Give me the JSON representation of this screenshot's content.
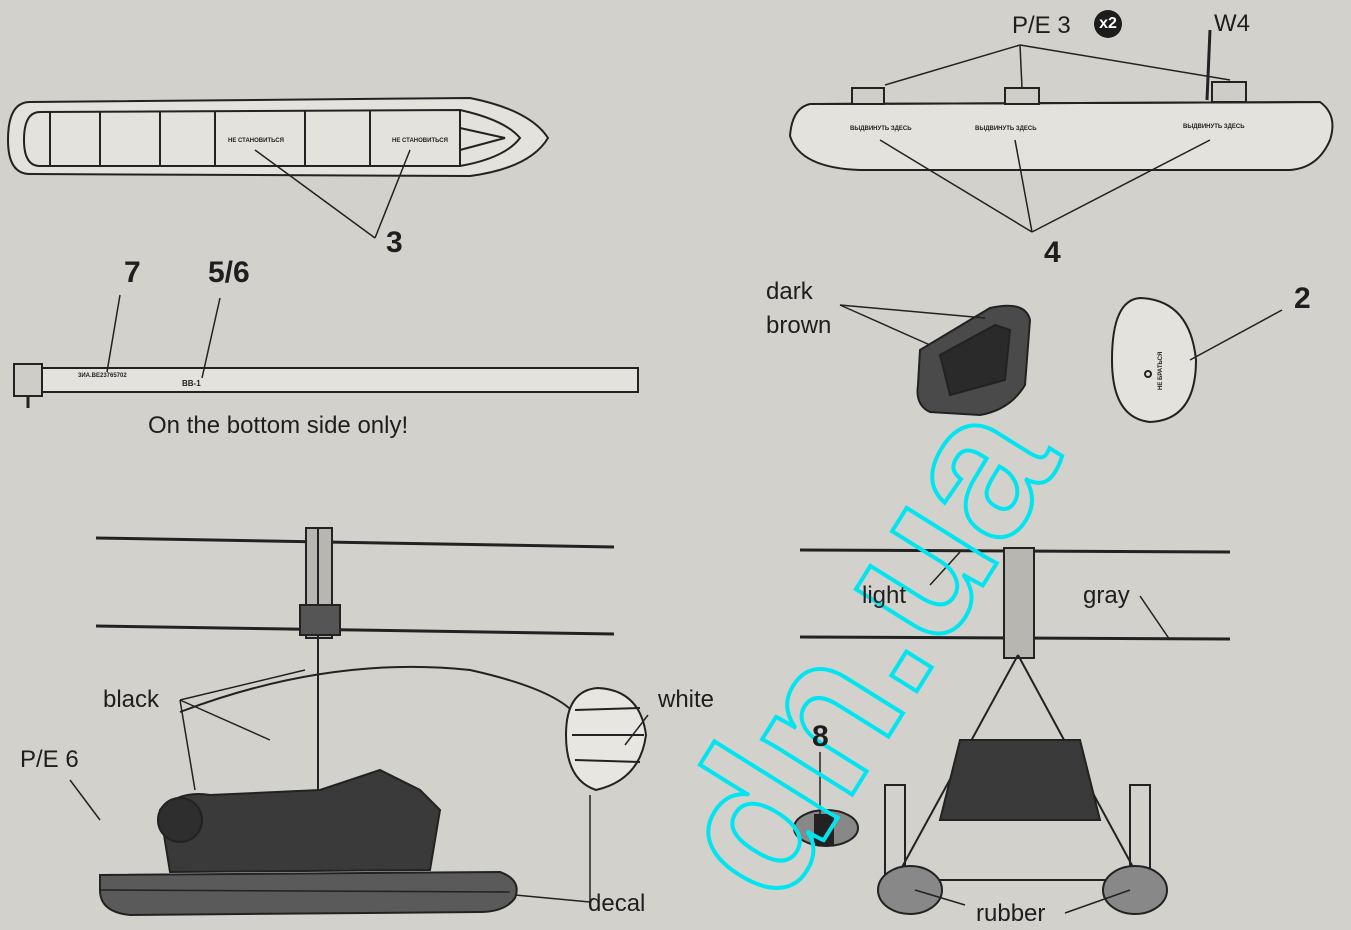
{
  "labels": {
    "pe3": "P/E 3",
    "x2": "x2",
    "w4": "W4",
    "n3": "3",
    "n4": "4",
    "n7": "7",
    "n56": "5/6",
    "n2": "2",
    "n8": "8",
    "dark": "dark",
    "brown": "brown",
    "bottom_note": "On the bottom side only!",
    "black": "black",
    "white": "white",
    "pe6": "P/E 6",
    "decal": "decal",
    "light": "light",
    "gray": "gray",
    "rubber": "rubber",
    "watermark": "dn.ua"
  },
  "stencils": {
    "left_float_a": "НЕ СТАНОВИТЬСЯ",
    "left_float_b": "НЕ СТАНОВИТЬСЯ",
    "right_float_a": "ВЫДВИНУТЬ ЗДЕСЬ",
    "right_float_b": "ВЫДВИНУТЬ ЗДЕСЬ",
    "right_float_c": "ВЫДВИНУТЬ ЗДЕСЬ",
    "blade_serial": "3ИА.ВЕ23765702",
    "blade_code": "ВВ-1",
    "oval_text": "НЕ БРАТЬСЯ"
  },
  "colors": {
    "background": "#d3d1cc",
    "ink": "#1e1e1e",
    "watermark": "#00e5f0"
  }
}
